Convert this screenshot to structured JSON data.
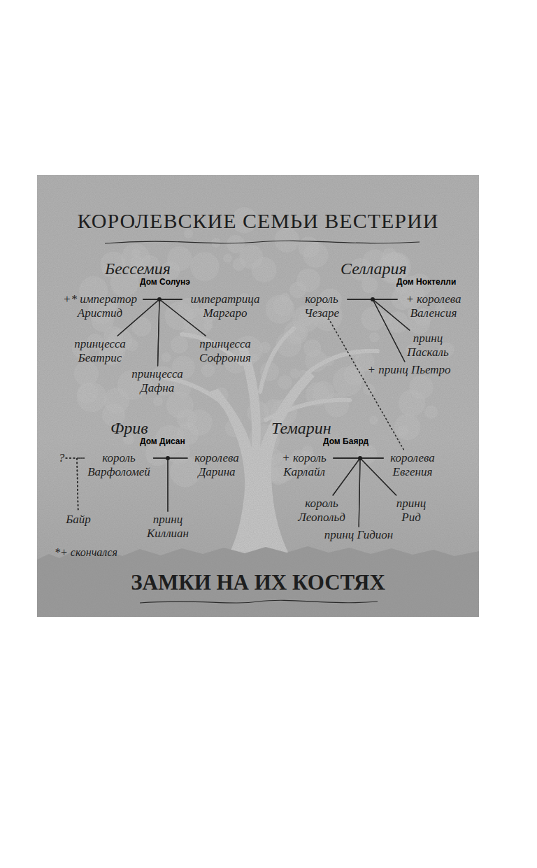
{
  "diagram": {
    "title": "КОРОЛЕВСКИЕ СЕМЬИ ВЕСТЕРИИ",
    "caption": "ЗАМКИ НА ИХ КОСТЯХ",
    "nodes": [
      {
        "text": [
          "+* император Аристид"
        ]
      },
      {
        "text": [
          "императрица Маргаро"
        ]
      },
      {
        "text": [
          "принцесса Беатрис"
        ]
      },
      {
        "text": [
          "принцесса Дафна"
        ]
      },
      {
        "text": [
          "принцесса Софрония"
        ]
      },
      {
        "text": [
          "король Чезаре"
        ]
      },
      {
        "text": [
          "+ королева Валенсия"
        ]
      },
      {
        "text": [
          "принц Паскаль"
        ]
      },
      {
        "text": [
          "+ принц Пьетро"
        ]
      },
      {
        "text": [
          "?"
        ]
      },
      {
        "text": [
          "король Варфоломей"
        ]
      },
      {
        "text": [
          "королева Дарина"
        ]
      },
      {
        "text": [
          "Байр"
        ]
      },
      {
        "text": [
          "принц Киллиан"
        ]
      },
      {
        "text": [
          "+ король Карлайл"
        ]
      },
      {
        "text": [
          "королева Евгения"
        ]
      },
      {
        "text": [
          "король Леопольд"
        ]
      },
      {
        "text": [
          "принц Гидион"
        ]
      },
      {
        "text": [
          "принц Рид"
        ]
      }
    ],
    "edges": [
      {
        "from": 0,
        "to": 1,
        "arrow": "none"
      },
      {
        "from": 0,
        "to": 2,
        "arrow": "none"
      },
      {
        "from": 1,
        "to": 2,
        "arrow": "none"
      },
      {
        "from": 0,
        "to": 3,
        "arrow": "none"
      },
      {
        "from": 1,
        "to": 3,
        "arrow": "none"
      },
      {
        "from": 0,
        "to": 4,
        "arrow": "none"
      },
      {
        "from": 1,
        "to": 4,
        "arrow": "none"
      },
      {
        "from": 5,
        "to": 6,
        "arrow": "none"
      },
      {
        "from": 5,
        "to": 7,
        "arrow": "none"
      },
      {
        "from": 6,
        "to": 7,
        "arrow": "none"
      },
      {
        "from": 5,
        "to": 8,
        "arrow": "none"
      },
      {
        "from": 6,
        "to": 8,
        "arrow": "none"
      },
      {
        "from": 9,
        "to": 10,
        "arrow": "none"
      },
      {
        "from": 9,
        "to": 12,
        "arrow": "none"
      },
      {
        "from": 10,
        "to": 12,
        "arrow": "none"
      },
      {
        "from": 10,
        "to": 11,
        "arrow": "none"
      },
      {
        "from": 10,
        "to": 13,
        "arrow": "none"
      },
      {
        "from": 11,
        "to": 13,
        "arrow": "none"
      },
      {
        "from": 14,
        "to": 15,
        "arrow": "none"
      },
      {
        "from": 14,
        "to": 16,
        "arrow": "none"
      },
      {
        "from": 15,
        "to": 16,
        "arrow": "none"
      },
      {
        "from": 14,
        "to": 17,
        "arrow": "none"
      },
      {
        "from": 15,
        "to": 17,
        "arrow": "none"
      },
      {
        "from": 14,
        "to": 18,
        "arrow": "none"
      },
      {
        "from": 15,
        "to": 18,
        "arrow": "none"
      },
      {
        "from": 5,
        "to": 15,
        "arrow": "none"
      }
    ],
    "labels": [
      "Бессемия",
      "Дом Солунэ",
      "Селлария",
      "Дом Ноктелли",
      "Фрив",
      "Дом Дисан",
      "Темарин",
      "Дом Баярд",
      "*+ скончался"
    ]
  }
}
